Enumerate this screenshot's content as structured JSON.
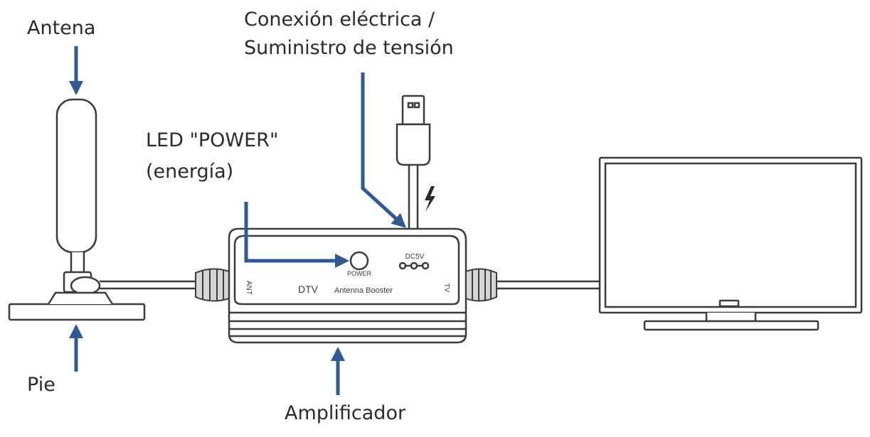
{
  "labels": {
    "antenna": "Antena",
    "base": "Pie",
    "power_line1": "Conexión eléctrica /",
    "power_line2": "Suministro de tensión",
    "led_line1": "LED \"POWER\"",
    "led_line2": "(energía)",
    "amplifier": "Amplificador"
  },
  "device": {
    "power_led_text": "POWER",
    "dc_text": "DC5V",
    "ant_port": "ANT",
    "tv_port": "TV",
    "brand": "DTV",
    "model": "Antenna Booster"
  },
  "colors": {
    "arrow": "#2f5a96",
    "line_art": "#3c3c3c",
    "fill": "#ffffff",
    "grip": "#d6d6d6"
  },
  "icons": [
    "usb-plug-icon",
    "lightning-icon",
    "tv-icon",
    "antenna-icon"
  ]
}
